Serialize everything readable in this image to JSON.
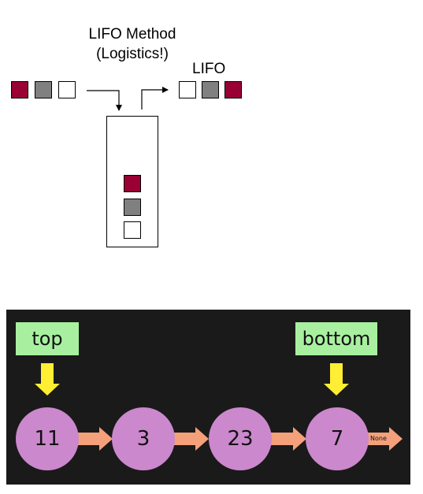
{
  "lifo_diagram": {
    "title_line1": "LIFO Method",
    "title_line2": "(Logistics!)",
    "output_label": "LIFO",
    "colors": {
      "red": "#990033",
      "gray": "#808080",
      "white": "#ffffff"
    },
    "input_sequence": [
      "red",
      "gray",
      "white"
    ],
    "stack_contents_top_to_bottom": [
      "red",
      "gray",
      "white"
    ],
    "output_sequence": [
      "white",
      "gray",
      "red"
    ]
  },
  "linked_list": {
    "top_label": "top",
    "bottom_label": "bottom",
    "nodes": [
      "11",
      "3",
      "23",
      "7"
    ],
    "terminator": "None",
    "colors": {
      "panel": "#1a1a1a",
      "label_bg": "#a8f0a0",
      "pointer_arrow": "#ffee33",
      "node_fill": "#cc88cc",
      "link_arrow": "#f4a07a"
    }
  }
}
